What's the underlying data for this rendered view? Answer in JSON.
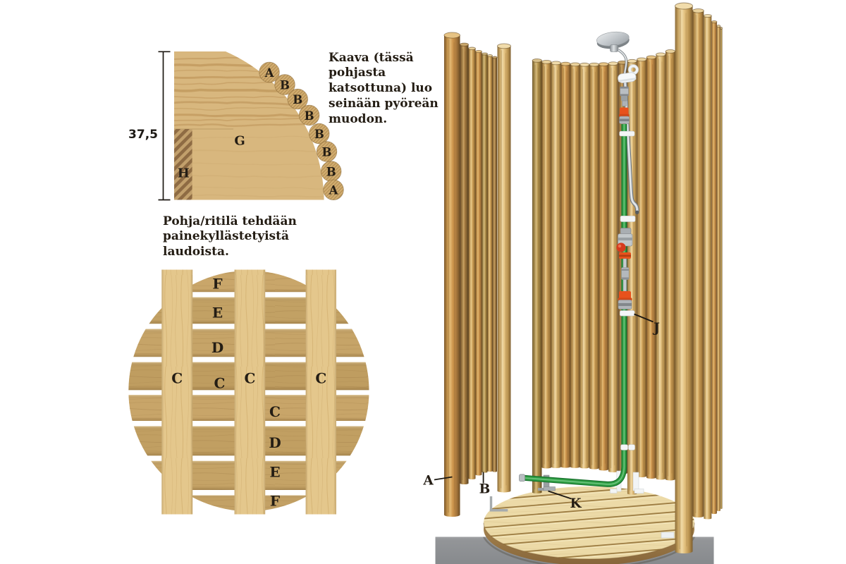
{
  "colors": {
    "text_dark": "#241d14",
    "hose_green": "#2f9e43",
    "connector_orange": "#e8521c",
    "wood_light": "#e4c78c",
    "wood_mid": "#c5a267",
    "plywood": "#d8b77e",
    "concrete_gray": "#919396"
  },
  "template_diagram": {
    "dimension_label": "37,5",
    "caption_lines": [
      "Kaava (tässä",
      "pohjasta",
      "katsottuna) luo",
      "seinään pyöreän",
      "muodon."
    ],
    "plywood_label": "G",
    "batten_label": "H",
    "pole_circle_labels": [
      "A",
      "B",
      "B",
      "B",
      "B",
      "B",
      "B",
      "A"
    ]
  },
  "grate_diagram": {
    "caption_lines": [
      "Pohja/ritilä tehdään",
      "painekyllästetyistä",
      "laudoista."
    ],
    "vertical_board_labels": [
      "C",
      "C",
      "C"
    ],
    "upper_slat_labels": [
      "F",
      "E",
      "D",
      "C"
    ],
    "lower_slat_labels": [
      "C",
      "D",
      "E",
      "F"
    ]
  },
  "assembly_diagram": {
    "pole_label_a": "A",
    "pole_label_b": "B",
    "bracket_label_k": "K",
    "clamp_label_j": "J"
  }
}
